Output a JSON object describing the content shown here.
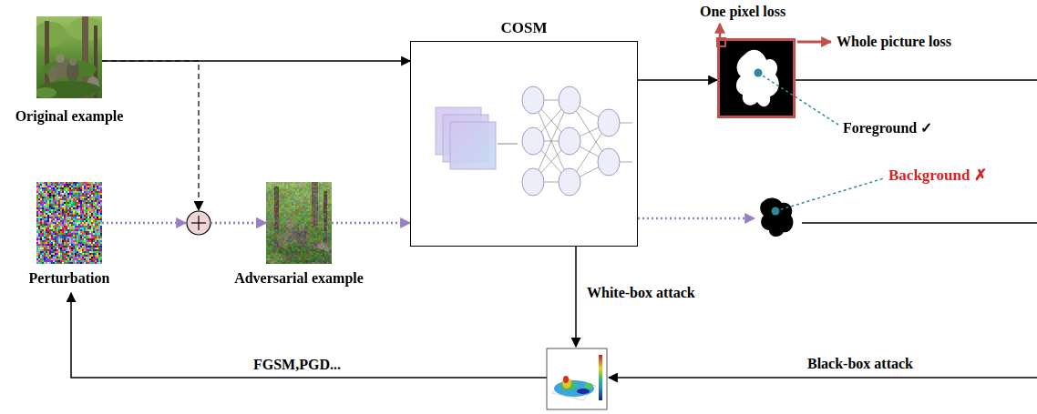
{
  "diagram": {
    "nodes": [
      {
        "text": [
          "Original example"
        ]
      },
      {
        "text": [
          "Perturbation"
        ]
      },
      {
        "text": [
          "Adversarial example"
        ]
      },
      {
        "text": [
          "COSM"
        ]
      },
      {
        "text": [
          "Foreground ✓"
        ]
      },
      {
        "text": [
          "Background ✗"
        ]
      }
    ],
    "edges": [
      {
        "from": 0,
        "to": 3,
        "arrow": "to"
      },
      {
        "from": 0,
        "to": 2,
        "arrow": "to"
      },
      {
        "from": 1,
        "to": 2,
        "arrow": "to"
      },
      {
        "from": 2,
        "to": 3,
        "arrow": "to"
      },
      {
        "from": 3,
        "to": 4,
        "arrow": "to"
      },
      {
        "from": 3,
        "to": 5,
        "arrow": "to"
      }
    ],
    "labels": [
      "One pixel loss",
      "Whole picture loss",
      "White-box attack",
      "Black-box attack",
      "FGSM,PGD..."
    ]
  }
}
